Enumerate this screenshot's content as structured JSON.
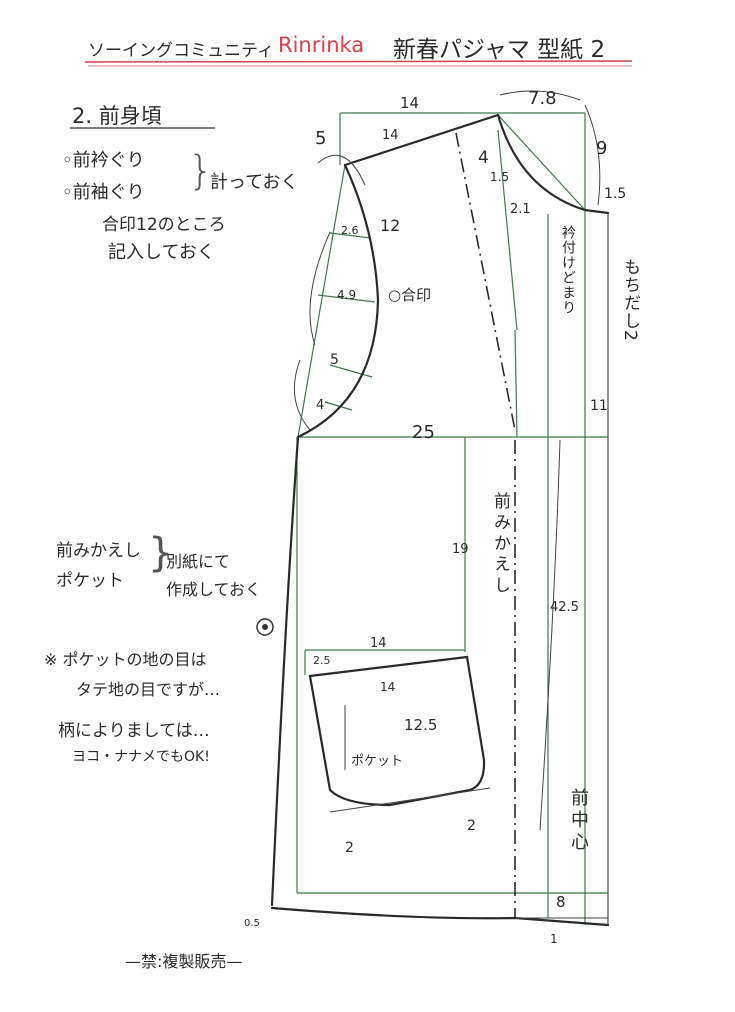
{
  "header": {
    "community": "ソーイングコミュニティ",
    "brand": "Rinrinka",
    "title": "新春パジャマ 型紙 2",
    "brand_color": "#d4424a",
    "rule_color": "#d4424a"
  },
  "section_title": "2. 前身頃",
  "notes_top": {
    "item1": "◦前衿ぐり",
    "item2": "◦前袖ぐり",
    "brace_text": "計っておく",
    "line3": "合印12のところ",
    "line4": "記入しておく"
  },
  "notes_mid": {
    "item1": "前みかえし",
    "item2": "ポケット",
    "brace_line1": "別紙にて",
    "brace_line2": "作成しておく"
  },
  "notes_grain": {
    "line1": "※ ポケットの地の目は",
    "line2": "タテ地の目ですが…",
    "line3": "柄によりましては…",
    "line4": "ヨコ・ナナメでもOK!"
  },
  "footer": "—禁:複製販売—",
  "pattern": {
    "labels": {
      "top_width": "14",
      "shoulder_drop": "5",
      "shoulder": "14",
      "neck_width": "7.8",
      "neck_depth": "9",
      "neck_extra": "1.5",
      "neck_guide_1": "1.5",
      "neck_guide_2": "2.1",
      "dart_len": "4",
      "armhole_len": "12",
      "arm_1": "2.6",
      "arm_2": "4.9",
      "arm_3": "5",
      "arm_4": "4",
      "notch": "合印",
      "collar_stop": "衿付けどまり",
      "extension": "もちだし2",
      "ext_11": "11",
      "chest": "25",
      "facing": "前みかえし",
      "facing_depth": "19",
      "pocket_top": "14",
      "pocket_offset": "2.5",
      "pocket_width": "14",
      "pocket_height": "12.5",
      "pocket": "ポケット",
      "pocket_corner_l": "2",
      "pocket_corner_r": "2",
      "center_len": "42.5",
      "center_front": "前中心",
      "hem_8": "8",
      "hem_1": "1",
      "hem_05": "0.5"
    },
    "line_color": "#3f7a4a"
  }
}
